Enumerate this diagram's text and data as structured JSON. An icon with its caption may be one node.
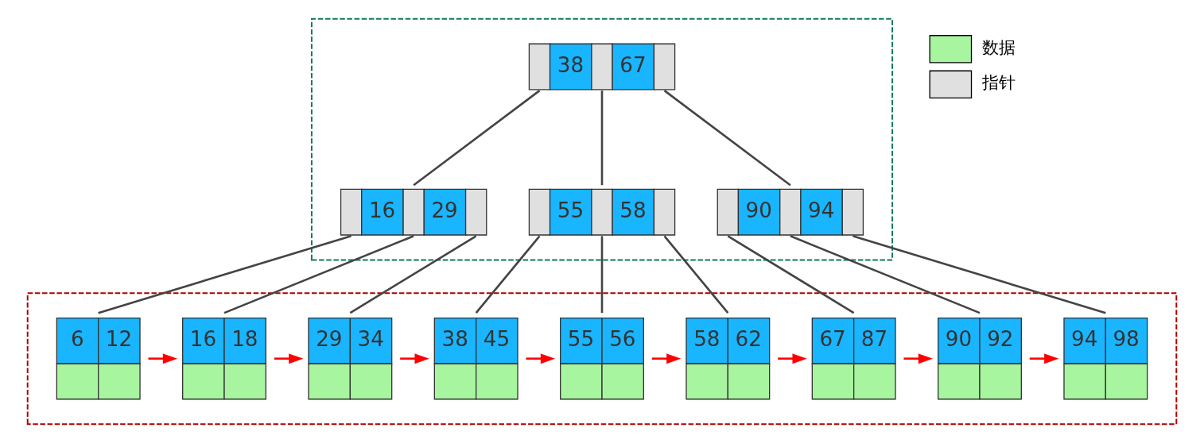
{
  "diagram": {
    "nodes": [
      {
        "text": [],
        "shape": "box"
      },
      {
        "text": [
          "38",
          "67"
        ],
        "in": 0
      },
      {
        "text": [
          "16",
          "29"
        ],
        "in": 0
      },
      {
        "text": [
          "55",
          "58"
        ],
        "in": 0
      },
      {
        "text": [
          "90",
          "94"
        ],
        "in": 0
      },
      {
        "text": [],
        "shape": "box"
      },
      {
        "text": [
          "6",
          "12"
        ],
        "in": 5
      },
      {
        "text": [
          "16",
          "18"
        ],
        "in": 5
      },
      {
        "text": [
          "29",
          "34"
        ],
        "in": 5
      },
      {
        "text": [
          "38",
          "45"
        ],
        "in": 5
      },
      {
        "text": [
          "55",
          "56"
        ],
        "in": 5
      },
      {
        "text": [
          "58",
          "62"
        ],
        "in": 5
      },
      {
        "text": [
          "67",
          "87"
        ],
        "in": 5
      },
      {
        "text": [
          "90",
          "92"
        ],
        "in": 5
      },
      {
        "text": [
          "94",
          "98"
        ],
        "in": 5
      }
    ],
    "edges": [
      {
        "from": 1,
        "to": 2,
        "arrow": "none"
      },
      {
        "from": 1,
        "to": 3,
        "arrow": "none"
      },
      {
        "from": 1,
        "to": 4,
        "arrow": "none"
      },
      {
        "from": 2,
        "to": 6,
        "arrow": "none"
      },
      {
        "from": 2,
        "to": 7,
        "arrow": "none"
      },
      {
        "from": 2,
        "to": 8,
        "arrow": "none"
      },
      {
        "from": 3,
        "to": 9,
        "arrow": "none"
      },
      {
        "from": 3,
        "to": 10,
        "arrow": "none"
      },
      {
        "from": 3,
        "to": 11,
        "arrow": "none"
      },
      {
        "from": 4,
        "to": 12,
        "arrow": "none"
      },
      {
        "from": 4,
        "to": 13,
        "arrow": "none"
      },
      {
        "from": 4,
        "to": 14,
        "arrow": "none"
      },
      {
        "from": 6,
        "to": 7,
        "arrow": "to",
        "color": "#ff0000"
      },
      {
        "from": 7,
        "to": 8,
        "arrow": "to",
        "color": "#ff0000"
      },
      {
        "from": 8,
        "to": 9,
        "arrow": "to",
        "color": "#ff0000"
      },
      {
        "from": 9,
        "to": 10,
        "arrow": "to",
        "color": "#ff0000"
      },
      {
        "from": 10,
        "to": 11,
        "arrow": "to",
        "color": "#ff0000"
      },
      {
        "from": 11,
        "to": 12,
        "arrow": "to",
        "color": "#ff0000"
      },
      {
        "from": 12,
        "to": 13,
        "arrow": "to",
        "color": "#ff0000"
      },
      {
        "from": 13,
        "to": 14,
        "arrow": "to",
        "color": "#ff0000"
      }
    ],
    "legend": [
      {
        "text": "数据",
        "color": "#a8f5a0"
      },
      {
        "text": "指针",
        "color": "#e0e0e0"
      }
    ]
  }
}
